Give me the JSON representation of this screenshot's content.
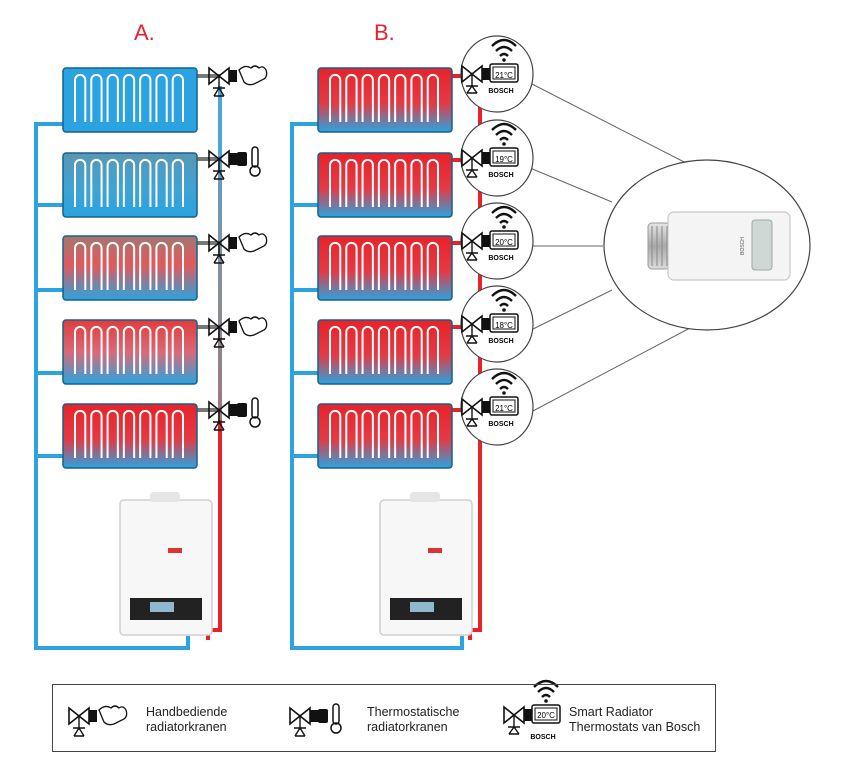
{
  "sections": {
    "a_label": "A.",
    "b_label": "B."
  },
  "thermostats_b": [
    {
      "temp": "21°C"
    },
    {
      "temp": "19°C"
    },
    {
      "temp": "20°C"
    },
    {
      "temp": "18°C"
    },
    {
      "temp": "21°C"
    }
  ],
  "brand": "BOSCH",
  "zoom_device": {
    "brand": "BOSCH"
  },
  "legend": {
    "manual": {
      "line1": "Handbediende",
      "line2": "radiatorkranen"
    },
    "thermostatic": {
      "line1": "Thermostatische",
      "line2": "radiatorkranen"
    },
    "smart": {
      "line1": "Smart Radiator",
      "line2": "Thermostats van Bosch",
      "temp": "20°C",
      "brand": "BOSCH"
    }
  },
  "colors": {
    "hot": "#e8222a",
    "cold": "#2aa3e0",
    "label_red": "#e8202a"
  },
  "icons": {
    "manual_valve": "hand-valve-icon",
    "thermostatic_valve": "thermostatic-valve-icon",
    "smart_thermostat": "wifi-thermostat-icon"
  }
}
